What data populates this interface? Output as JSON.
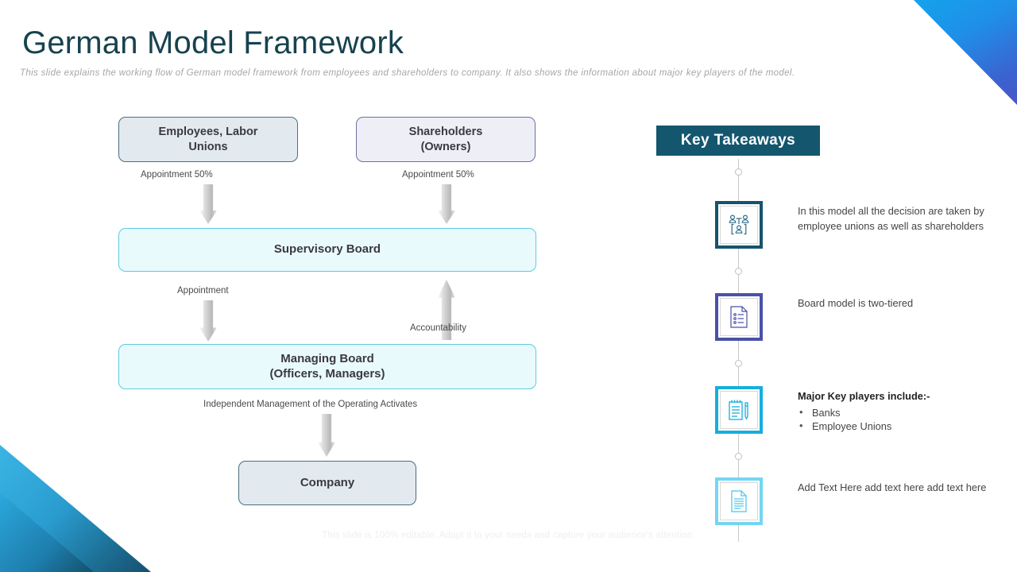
{
  "header": {
    "title": "German Model Framework",
    "subtitle": "This slide explains the working flow of German model framework from employees and shareholders to company. It also shows the information about major key players of the model."
  },
  "flow": {
    "nodes": {
      "employees": "Employees, Labor Unions",
      "employees_l1": "Employees, Labor",
      "employees_l2": "Unions",
      "shareholders_l1": "Shareholders",
      "shareholders_l2": "(Owners)",
      "supervisory": "Supervisory Board",
      "managing_l1": "Managing Board",
      "managing_l2": "(Officers,  Managers)",
      "company": "Company"
    },
    "labels": {
      "appointment_left": "Appointment  50%",
      "appointment_right": "Appointment  50%",
      "appointment": "Appointment",
      "accountability": "Accountability",
      "independent": "Independent  Management  of the Operating Activates"
    }
  },
  "key_takeaways": {
    "banner": "Key  Takeaways",
    "items": [
      {
        "icon": "people-group-icon",
        "border_color": "#16546c",
        "text": "In this model all the decision are taken by employee unions as well as shareholders",
        "heading": "",
        "bullets": []
      },
      {
        "icon": "checklist-document-icon",
        "border_color": "#4a51a8",
        "text": "Board model is two-tiered",
        "heading": "",
        "bullets": []
      },
      {
        "icon": "notepad-pencil-icon",
        "border_color": "#17aede",
        "text": "",
        "heading": "Major Key players include:-",
        "bullets": [
          "Banks",
          "Employee Unions"
        ]
      },
      {
        "icon": "document-lines-icon",
        "border_color": "#74d6f2",
        "text": "Add Text Here add text here add text here",
        "heading": "",
        "bullets": []
      }
    ]
  },
  "footer": {
    "note": "This slide is 100% editable. Adapt it to your needs and capture your audience's attention."
  },
  "colors": {
    "title": "#17424f",
    "banner_bg": "#14566e",
    "accent_cyan": "#17aede",
    "accent_indigo": "#4a51a8",
    "accent_teal": "#16546c"
  }
}
